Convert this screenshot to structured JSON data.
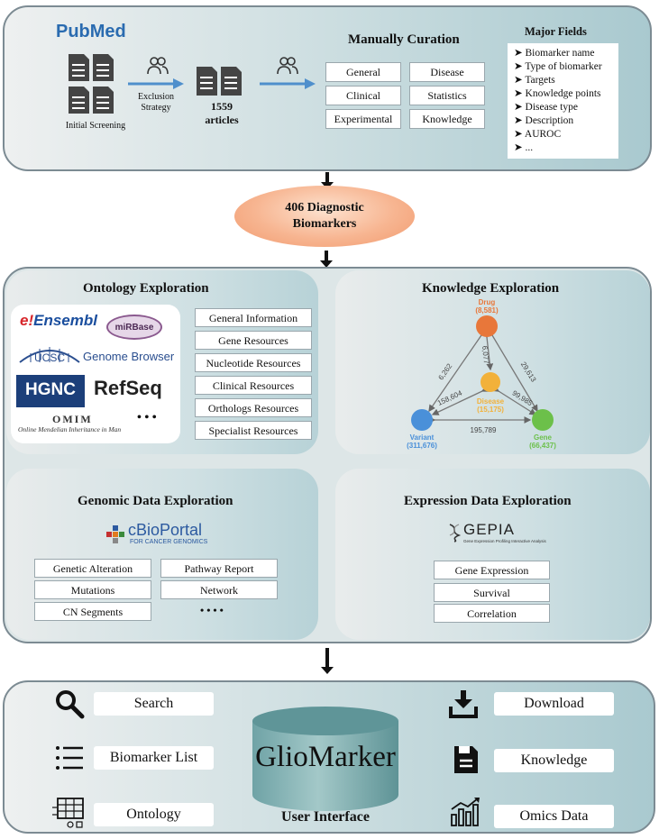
{
  "curation": {
    "pubmed_logo": "PubMed",
    "initial_screening": "Initial Screening",
    "exclusion_strategy": "Exclusion Strategy",
    "articles_count": "1559",
    "articles_label": "articles",
    "title": "Manually Curation",
    "categories": [
      "General",
      "Disease",
      "Clinical",
      "Statistics",
      "Experimental",
      "Knowledge"
    ],
    "major_fields_title": "Major Fields",
    "major_fields": [
      "Biomarker name",
      "Type of biomarker",
      "Targets",
      "Knowledge points",
      "Disease type",
      "Description",
      "AUROC",
      "..."
    ]
  },
  "biomarkers": {
    "line1": "406 Diagnostic",
    "line2": "Biomarkers"
  },
  "ontology": {
    "title": "Ontology Exploration",
    "logos": {
      "ensembl": "Ensembl",
      "mirbase": "miRBase",
      "ucsc": "UCSC",
      "genome_browser": "Genome Browser",
      "hgnc": "HGNC",
      "refseq": "RefSeq",
      "omim": "OMIM",
      "omim_sub": "Online Mendelian Inheritance in Man",
      "more": "• • •"
    },
    "resources": [
      "General Information",
      "Gene Resources",
      "Nucleotide Resources",
      "Clinical Resources",
      "Orthologs Resources",
      "Specialist Resources"
    ]
  },
  "knowledge": {
    "title": "Knowledge Exploration",
    "nodes": {
      "drug": {
        "name": "Drug",
        "count": "(8,581)",
        "color": "#e8773a"
      },
      "disease": {
        "name": "Disease",
        "count": "(15,175)",
        "color": "#f2b13a"
      },
      "variant": {
        "name": "Variant",
        "count": "(311,676)",
        "color": "#4a90d9"
      },
      "gene": {
        "name": "Gene",
        "count": "(66,437)",
        "color": "#6cc04a"
      }
    },
    "edges": {
      "drug_variant": "6,262",
      "drug_disease": "6,077",
      "drug_gene": "29,613",
      "disease_variant": "158,604",
      "disease_gene": "99,985",
      "variant_gene": "195,789"
    }
  },
  "genomic": {
    "title": "Genomic Data Exploration",
    "logo": "cBioPortal",
    "logo_sub": "FOR CANCER GENOMICS",
    "items": [
      "Genetic Alteration",
      "Pathway Report",
      "Mutations",
      "Network",
      "CN Segments",
      "• • • •"
    ]
  },
  "expression": {
    "title": "Expression Data Exploration",
    "logo": "GEPIA",
    "logo_sub": "Gene Expression Profiling Interactive Analysis",
    "items": [
      "Gene Expression",
      "Survival",
      "Correlation"
    ]
  },
  "ui": {
    "center_name": "GlioMarker",
    "caption": "User Interface",
    "left": [
      "Search",
      "Biomarker List",
      "Ontology"
    ],
    "right": [
      "Download",
      "Knowledge",
      "Omics Data"
    ],
    "icons": [
      "search-icon",
      "list-icon",
      "table-icon",
      "download-icon",
      "knowledge-icon",
      "chart-icon"
    ]
  }
}
